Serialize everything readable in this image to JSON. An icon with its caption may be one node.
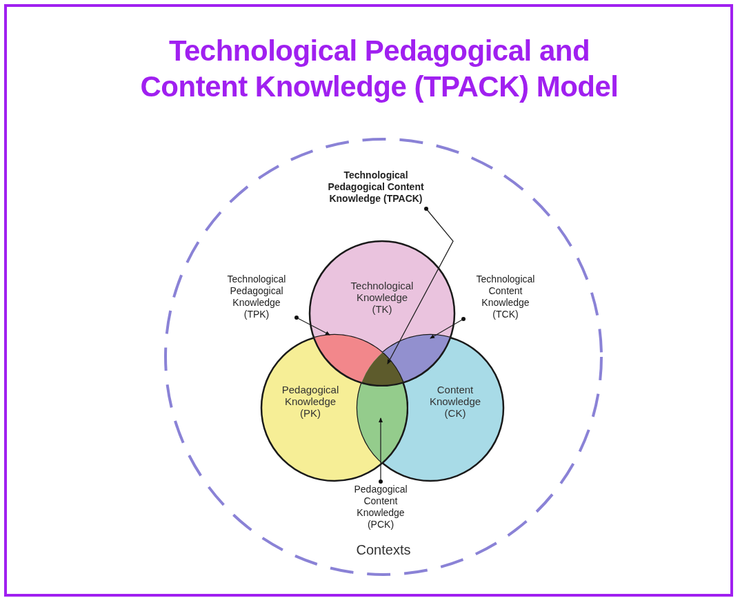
{
  "diagram": {
    "title": "Technological Pedagogical and Content Knowledge (TPACK) Model",
    "nodes": [
      {
        "text": [
          "Contexts"
        ]
      },
      {
        "text": [
          "Technological Knowledge (TK)"
        ],
        "in": 0
      },
      {
        "text": [
          "Pedagogical Knowledge (PK)"
        ],
        "in": 0
      },
      {
        "text": [
          "Content Knowledge (CK)"
        ],
        "in": 0
      },
      {
        "text": [
          "Technological Pedagogical Content Knowledge (TPACK)"
        ],
        "in": 0
      },
      {
        "text": [
          "Technological Pedagogical Knowledge (TPK)"
        ],
        "in": 0
      },
      {
        "text": [
          "Technological Content Knowledge (TCK)"
        ],
        "in": 0
      },
      {
        "text": [
          "Pedagogical Content Knowledge (PCK)"
        ],
        "in": 0
      },
      {
        "text": [],
        "shape": "lens",
        "in": 0
      },
      {
        "text": [],
        "shape": "lens",
        "in": 0
      },
      {
        "text": [],
        "shape": "lens",
        "in": 0
      },
      {
        "text": [],
        "shape": "lens",
        "in": 0
      }
    ],
    "edges": [
      {
        "from": 4,
        "to": 8,
        "arrow": "to"
      },
      {
        "from": 5,
        "to": 9,
        "arrow": "to"
      },
      {
        "from": 6,
        "to": 10,
        "arrow": "to"
      },
      {
        "from": 7,
        "to": 11,
        "arrow": "to"
      }
    ]
  }
}
